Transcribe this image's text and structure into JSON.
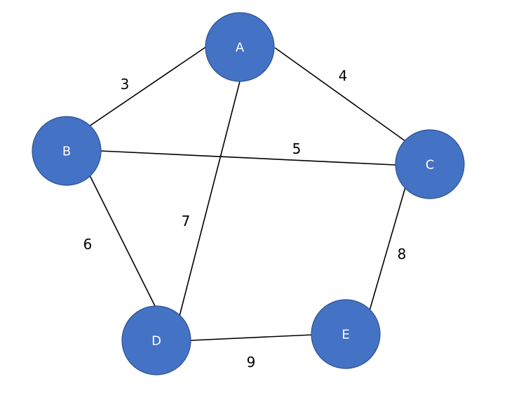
{
  "style": {
    "node_fill": "#4472c4",
    "node_stroke": "#2f528f",
    "node_text_color": "#ffffff",
    "edge_color": "#000000",
    "edge_label_color": "#000000"
  },
  "nodes": [
    {
      "id": "A",
      "label": "A"
    },
    {
      "id": "B",
      "label": "B"
    },
    {
      "id": "C",
      "label": "C"
    },
    {
      "id": "D",
      "label": "D"
    },
    {
      "id": "E",
      "label": "E"
    }
  ],
  "edges": [
    {
      "from": "A",
      "to": "B",
      "weight": "3"
    },
    {
      "from": "A",
      "to": "C",
      "weight": "4"
    },
    {
      "from": "B",
      "to": "C",
      "weight": "5"
    },
    {
      "from": "B",
      "to": "D",
      "weight": "6"
    },
    {
      "from": "A",
      "to": "D",
      "weight": "7"
    },
    {
      "from": "C",
      "to": "E",
      "weight": "8"
    },
    {
      "from": "D",
      "to": "E",
      "weight": "9"
    }
  ]
}
